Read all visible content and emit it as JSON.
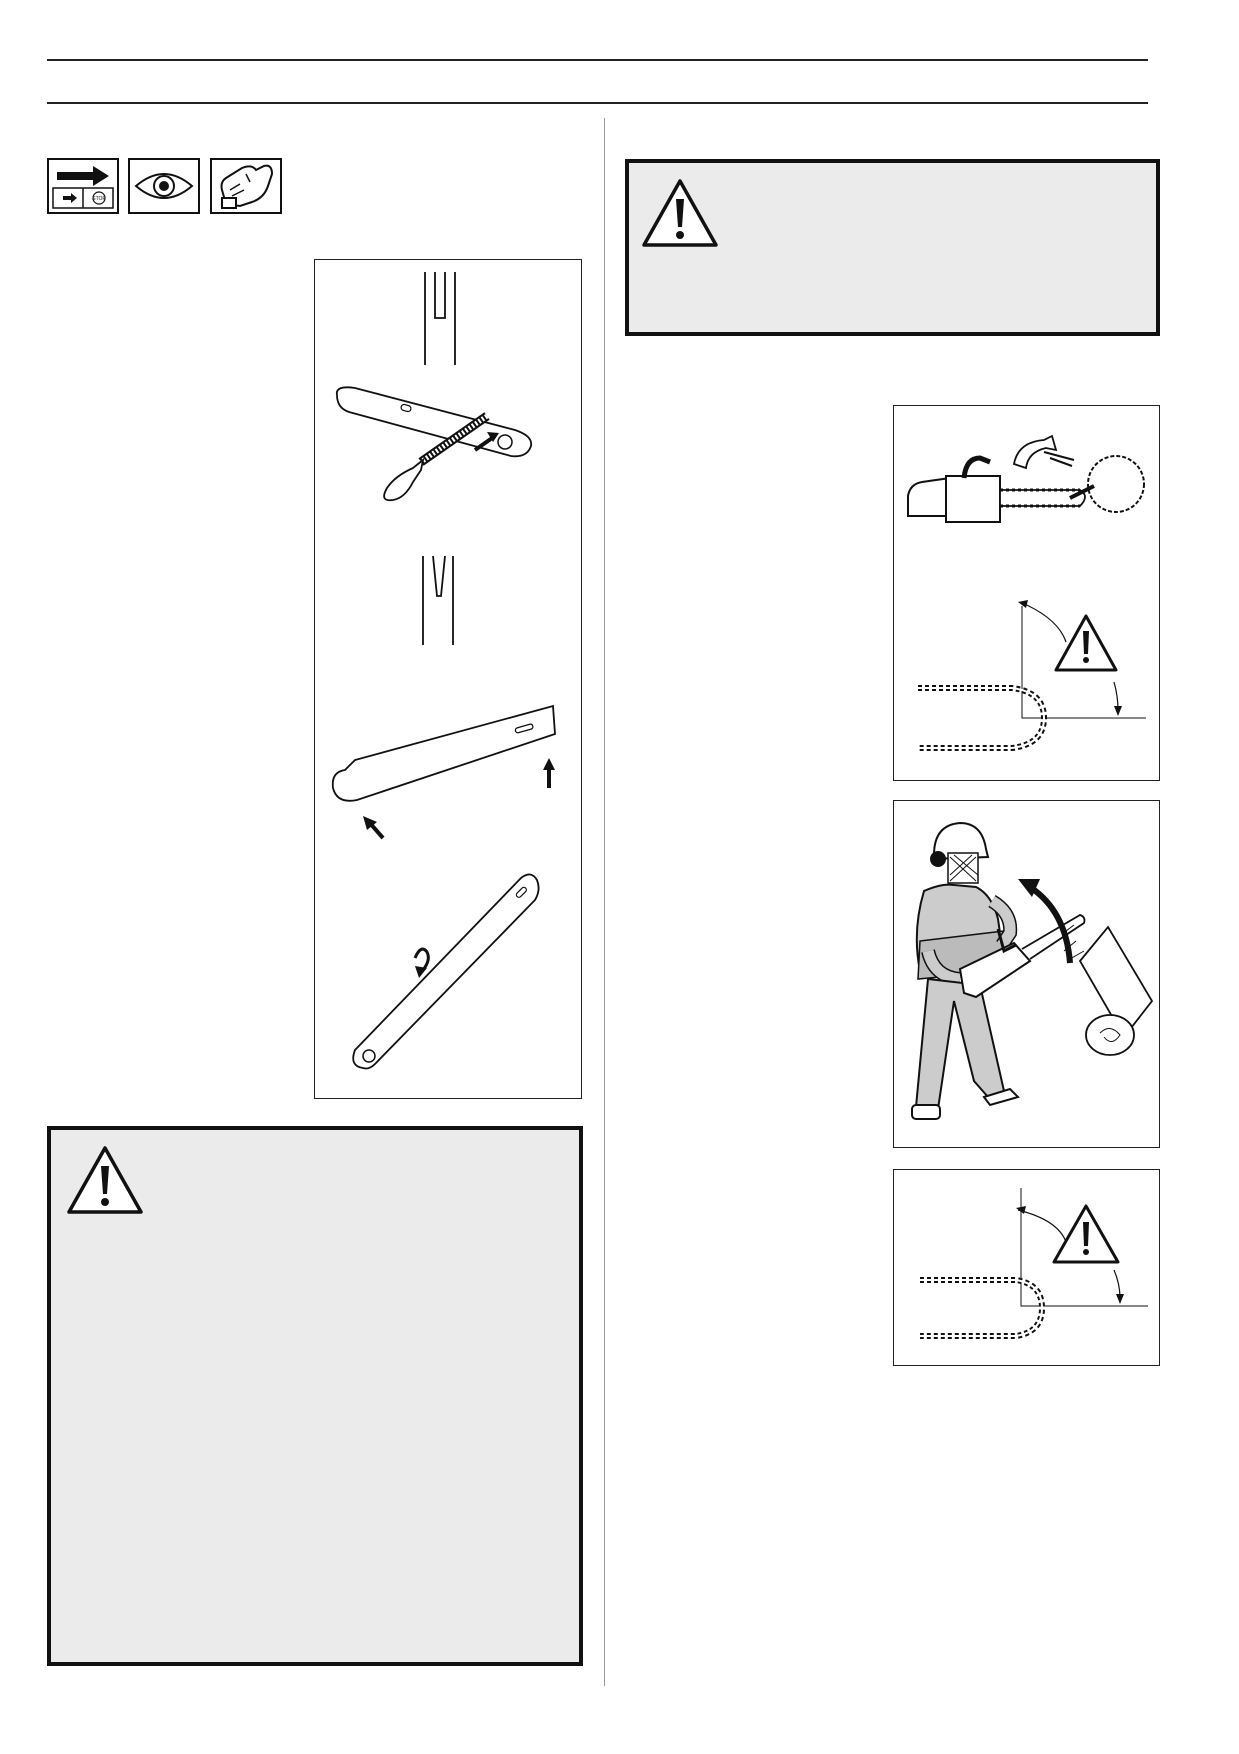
{
  "page": {
    "background": "#ffffff",
    "line_color": "#111111",
    "warning_fill": "#ebebeb"
  },
  "icons": {
    "left_top": [
      "stop-switch-icon",
      "eye-protection-icon",
      "glove-icon"
    ],
    "stop_label": "STOP"
  },
  "warnings": {
    "right_top": {
      "icon": "warning-triangle-icon"
    },
    "left_bottom": {
      "icon": "warning-triangle-icon"
    }
  },
  "figures": {
    "bar_maintenance": [
      "bar-groove-worn",
      "bar-file-dressing",
      "bar-groove-correct",
      "bar-oil-holes",
      "bar-turning"
    ],
    "kickback": [
      "kickback-zone",
      "kickback-angle",
      "operator-kickback",
      "kickback-angle-reduced"
    ]
  }
}
